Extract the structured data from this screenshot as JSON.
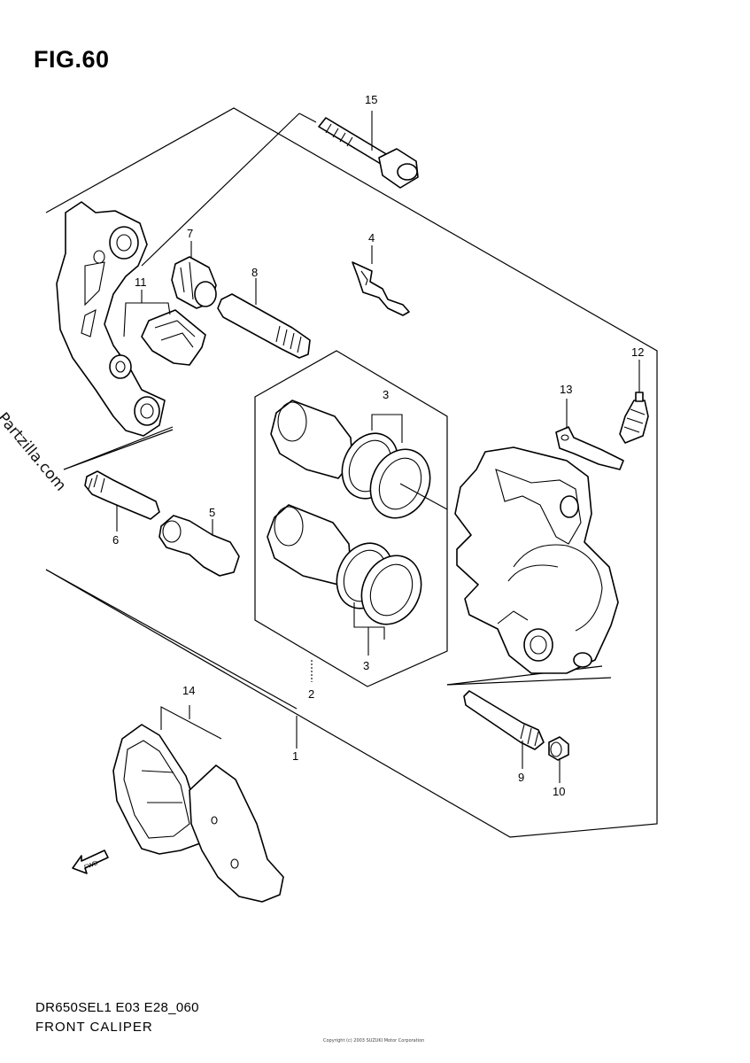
{
  "figure": {
    "title": "FIG.60",
    "watermark": "© Partzilla.com",
    "code": "DR650SEL1 E03 E28_060",
    "name": "FRONT CALIPER",
    "copyright": "Copyright (c) 2003 SUZUKI Motor Corporation"
  },
  "callouts": [
    {
      "id": "c1",
      "label": "1"
    },
    {
      "id": "c2",
      "label": "2"
    },
    {
      "id": "c3a",
      "label": "3"
    },
    {
      "id": "c3b",
      "label": "3"
    },
    {
      "id": "c4",
      "label": "4"
    },
    {
      "id": "c5",
      "label": "5"
    },
    {
      "id": "c6",
      "label": "6"
    },
    {
      "id": "c7",
      "label": "7"
    },
    {
      "id": "c8",
      "label": "8"
    },
    {
      "id": "c9",
      "label": "9"
    },
    {
      "id": "c10",
      "label": "10"
    },
    {
      "id": "c11",
      "label": "11"
    },
    {
      "id": "c12",
      "label": "12"
    },
    {
      "id": "c13",
      "label": "13"
    },
    {
      "id": "c14",
      "label": "14"
    },
    {
      "id": "c15",
      "label": "15"
    }
  ],
  "direction_label": "FWD"
}
